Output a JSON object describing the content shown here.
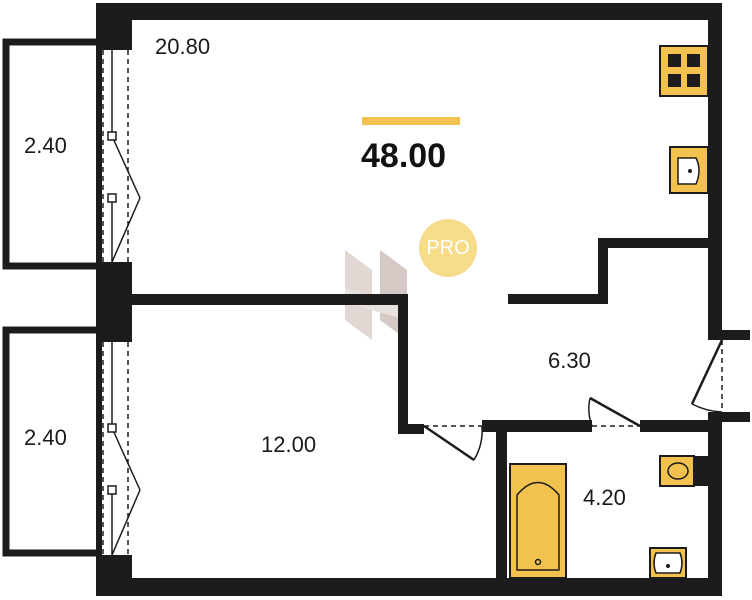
{
  "colors": {
    "wall": "#1c1c1c",
    "accent": "#f2c14e",
    "fixture_outline": "#1c1c1c",
    "badge": "#f7dc8a",
    "watermark": "#c9b7b0"
  },
  "total": {
    "area": "48.00"
  },
  "rooms": [
    {
      "id": "living-room",
      "area": "20.80"
    },
    {
      "id": "balcony-top",
      "area": "2.40"
    },
    {
      "id": "balcony-bottom",
      "area": "2.40"
    },
    {
      "id": "bedroom",
      "area": "12.00"
    },
    {
      "id": "hallway",
      "area": "6.30"
    },
    {
      "id": "bathroom",
      "area": "4.20"
    }
  ],
  "badge": {
    "text": "PRO"
  },
  "icons": [
    "stove-icon",
    "sink-icon",
    "bathtub-icon",
    "toilet-icon",
    "washbasin-icon",
    "watermark-logo"
  ]
}
